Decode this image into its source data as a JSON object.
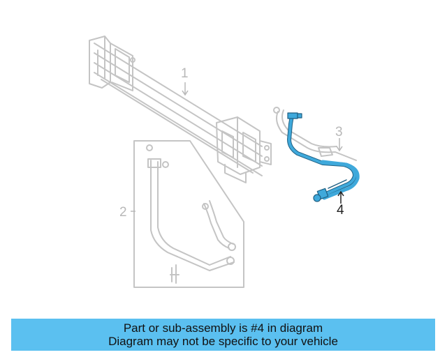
{
  "callouts": {
    "part_1": "1",
    "part_2": "2",
    "part_3": "3",
    "part_4": "4"
  },
  "banner": {
    "line1": "Part or sub-assembly is #4 in diagram",
    "line2": "Diagram may not be specific to your vehicle"
  },
  "colors": {
    "highlight_part": "#3fa9db",
    "inactive_line": "#c4c4c4",
    "banner_bg": "#5bc0f0"
  }
}
